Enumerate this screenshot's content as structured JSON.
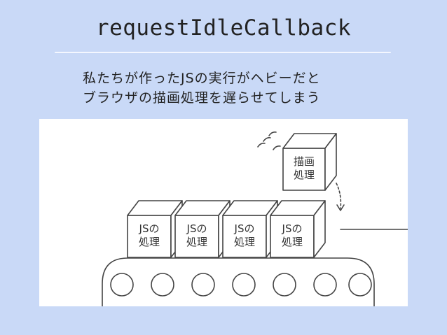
{
  "slide": {
    "title": "requestIdleCallback",
    "body_lines": [
      "私たちが作ったJSの実行がヘビーだと",
      "ブラウザの描画処理を遅らせてしまう"
    ]
  },
  "illustration": {
    "render_box_label": [
      "描画",
      "処理"
    ],
    "js_boxes": [
      {
        "label": [
          "JSの",
          "処理"
        ]
      },
      {
        "label": [
          "JSの",
          "処理"
        ]
      },
      {
        "label": [
          "JSの",
          "処理"
        ]
      },
      {
        "label": [
          "JSの",
          "処理"
        ]
      }
    ],
    "conveyor_rollers": 7
  },
  "colors": {
    "background": "#c9d9f7",
    "panel": "#ffffff",
    "ink": "#333333"
  }
}
